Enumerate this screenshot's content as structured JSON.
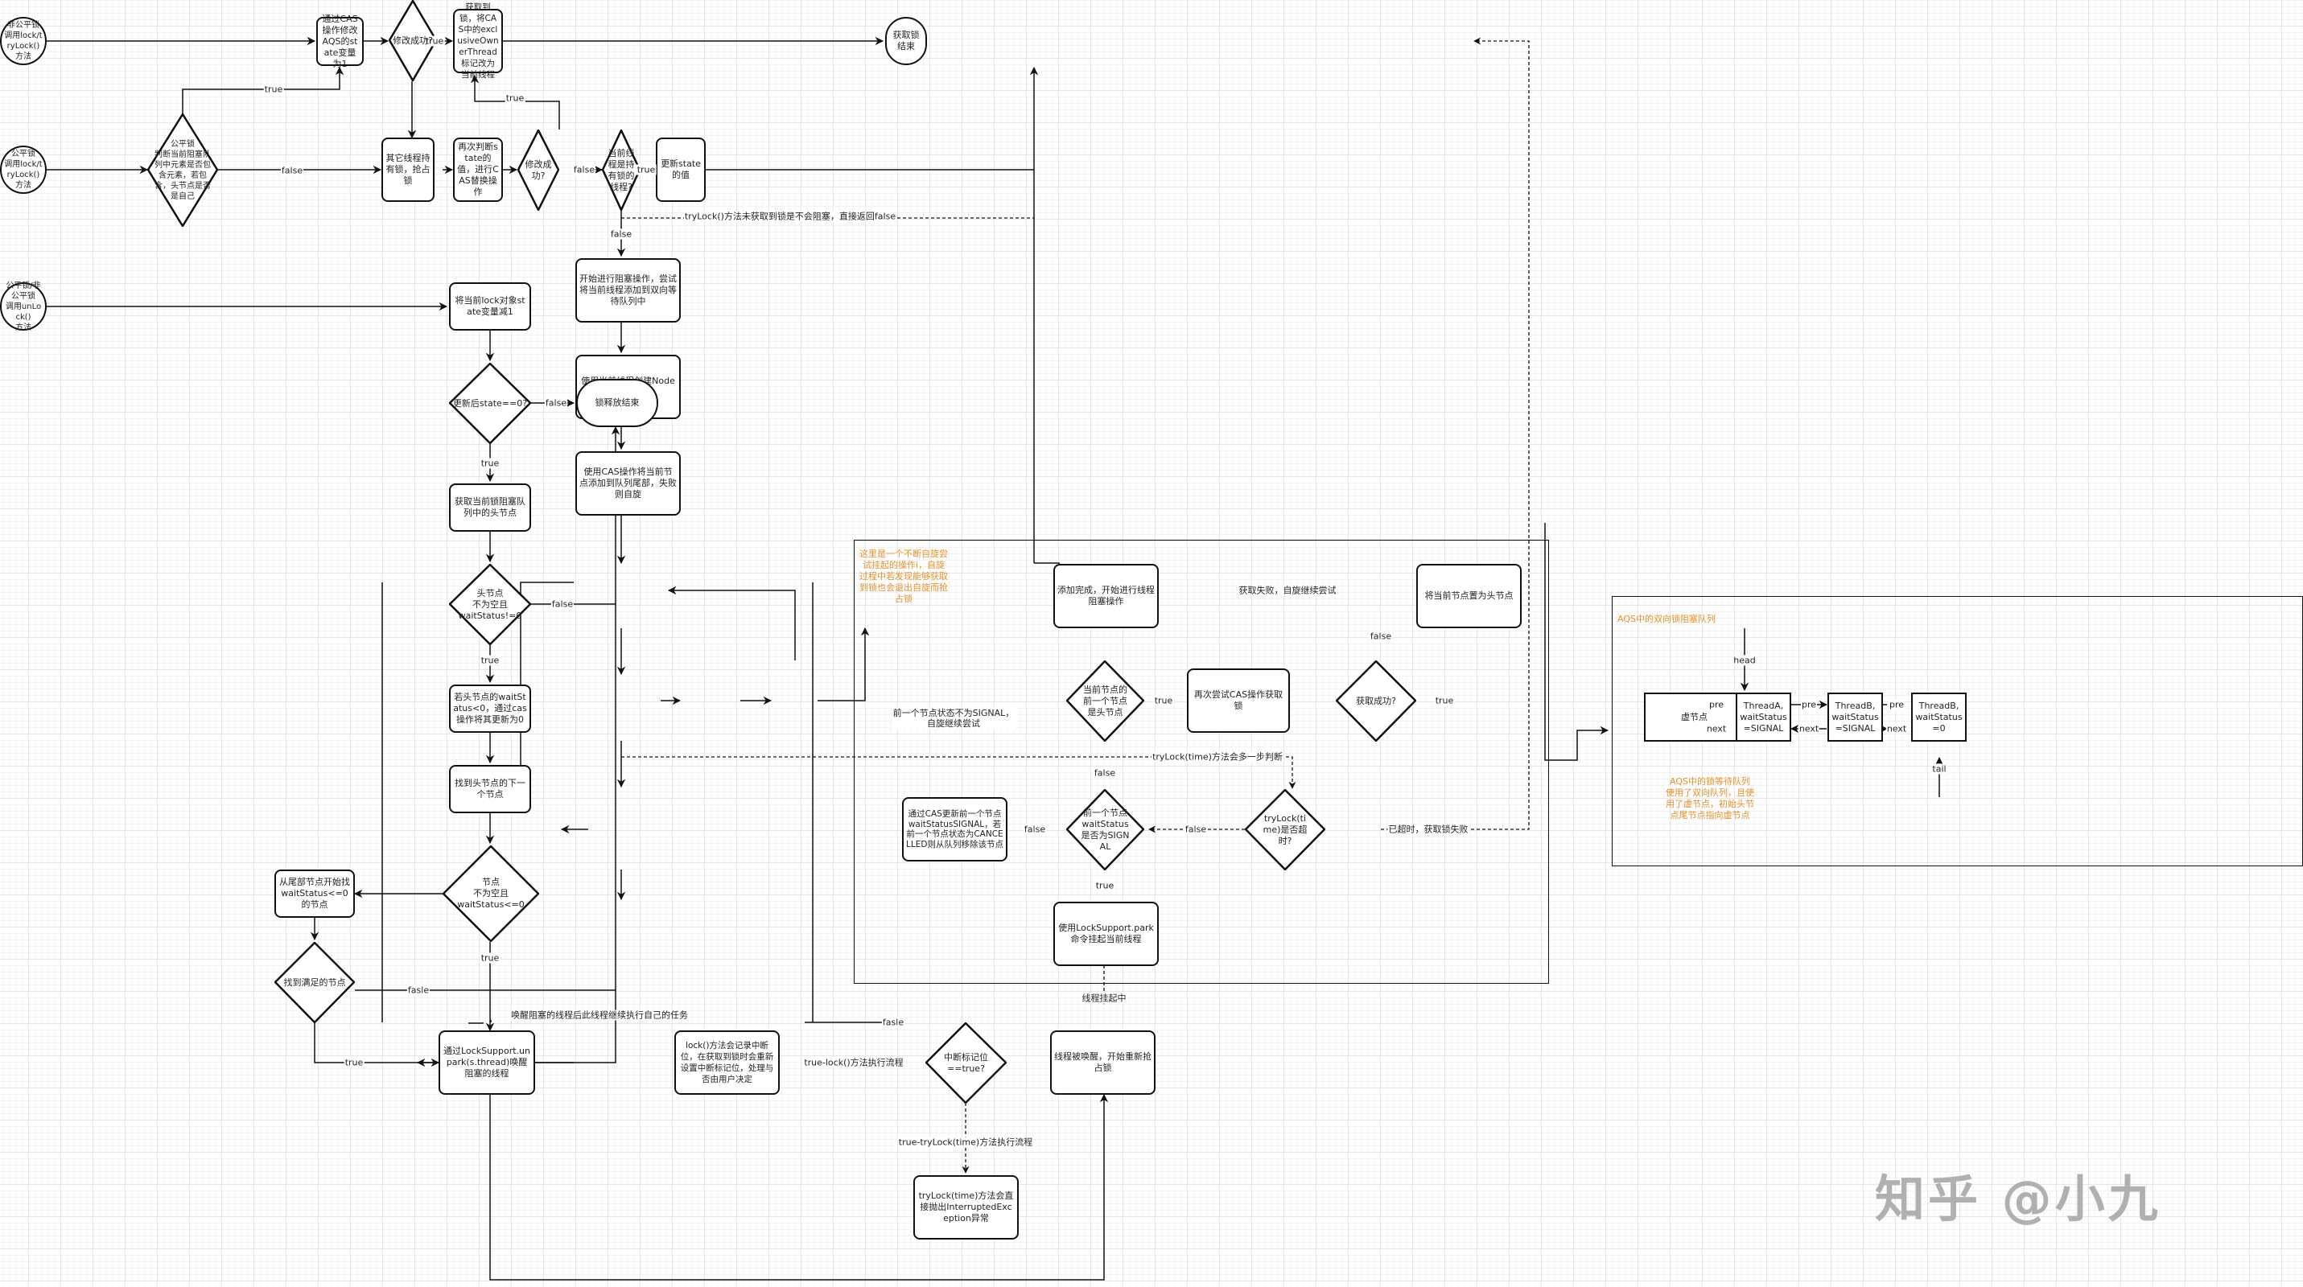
{
  "diagram": {
    "title": "ReentrantLock / AQS lock flowchart",
    "starts": {
      "nonfair": "非公平锁\n调用lock/tryLock()\n方法",
      "fair": "公平锁\n调用lock/tryLock()\n方法",
      "unlock": "公平锁/非公平锁\n调用unLock()\n方法"
    },
    "acquire": {
      "cas_state": "通过CAS操作修改AQS的state变量为1",
      "modify_ok_1": "修改成功?",
      "got_lock": "获取到锁，将CAS中的exclusiveOwnerThread标记改为当前线程",
      "end_acquire": "获取锁结束",
      "fair_check": "公平锁\n判断当前阻塞队列中元素是否包含元素，若包含，头节点是否是自己",
      "other_holds": "其它线程持有锁，抢占锁",
      "recheck_state": "再次判断state的值，进行CAS替换操作",
      "modify_ok_2": "修改成功?",
      "is_owner": "当前线程是持有锁的线程?",
      "update_state": "更新state的值",
      "start_block": "开始进行阻塞操作，尝试将当前线程添加到双向等待队列中",
      "create_node": "使用当前线程创建Node节点",
      "cas_tail": "使用CAS操作将当前节点添加到队列尾部，失败则自旋",
      "begin_park": "添加完成，开始进行线程阻塞操作",
      "prev_is_head": "当前节点的前一个节点是头节点",
      "retry_cas": "再次尝试CAS操作获取锁",
      "acquire_ok": "获取成功?",
      "set_head": "将当前节点置为头节点",
      "prev_signal": "前一个节点waitStatus是否为SIGNAL",
      "cas_prev": "通过CAS更新前一个节点waitStatusSIGNAL，若前一个节点状态为CANCELLED则从队列移除该节点",
      "trylock_timeout": "tryLock(time)是否超时?",
      "park": "使用LockSupport.park命令挂起当前线程",
      "woken": "线程被唤醒，开始重新抢占锁",
      "interrupt_flag": "中断标记位==true?",
      "lock_interrupt": "lock()方法会记录中断位，在获取到锁时会重新设置中断标记位，处理与否由用户决定",
      "trylock_throw": "tryLock(time)方法会直接抛出InterruptedException异常"
    },
    "release": {
      "dec_state": "将当前lock对象state变量减1",
      "state_zero": "更新后state==0?",
      "end_release": "锁释放结束",
      "get_head": "获取当前锁阻塞队列中的头节点",
      "head_check": "头节点\n不为空且\nwaitStatus!=0",
      "cas_head": "若头节点的waitStatus<0，通过cas操作将其更新为0",
      "find_next": "找到头节点的下一个节点",
      "next_check": "节点\n不为空且\nwaitStatus<=0",
      "scan_tail": "从尾部节点开始找waitStatus<=0的节点",
      "found": "找到满足的节点",
      "unpark": "通过LockSupport.unpark(s.thread)唤醒阻塞的线程"
    },
    "edge_labels": {
      "true": "true",
      "false": "false",
      "fasle": "fasle",
      "trylock_no_block": "tryLock()方法未获取到锁是不会阻塞，直接返回false",
      "fail_spin": "获取失败，自旋继续尝试",
      "not_signal_spin": "前一个节点状态不为SIGNAL，\n自旋继续尝试",
      "trylock_extra": "tryLock(time)方法会多一步判断",
      "timed_out": "已超时，获取锁失败",
      "parked": "线程挂起中",
      "true_lock": "true-lock()方法执行流程",
      "true_trylock": "true-tryLock(time)方法执行流程",
      "after_unpark": "唤醒阻塞的线程后此线程继续执行自己的任务"
    },
    "notes": {
      "spin_note": "这里是一个不断自旋尝试挂起的操作i，自旋过程中若发现能够获取到锁也会退出自旋而抢占锁",
      "queue_title": "AQS中的双向锁阻塞队列",
      "queue_note": "AQS中的锁等待队列使用了双向队列，且使用了虚节点，初始头节点尾节点指向虚节点"
    },
    "queue": {
      "head_label": "head",
      "tail_label": "tail",
      "pre": "pre",
      "next": "next",
      "nodes": [
        "虚节点",
        "ThreadA,\nwaitStatus=SIGNAL",
        "ThreadB,\nwaitStatus=SIGNAL",
        "ThreadB,\nwaitStatus=0"
      ]
    },
    "watermark": "知乎 @小九",
    "colors": {
      "line": "#111111",
      "note": "#e8902b",
      "grid": "#e6e6e6",
      "watermark": "#b0b0b0"
    }
  }
}
